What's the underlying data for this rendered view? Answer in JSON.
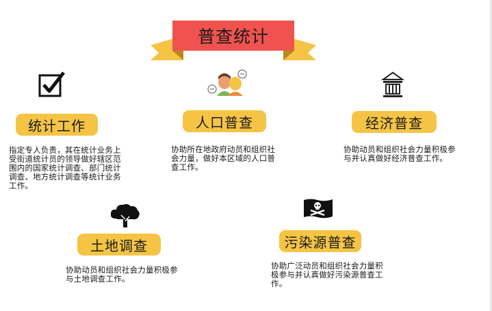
{
  "title": "普查统计",
  "colors": {
    "ribbon_red": "#f0534f",
    "ribbon_gold": "#f5c445",
    "pill_yellow": "#f5c445"
  },
  "items": [
    {
      "icon": "checkbox-check-icon",
      "label": "统计工作",
      "desc": "指定专人负责，其在统计业务上受街道统计员的领导做好辖区范围内的国家统计调查、部门统计调查、地方统计调查等统计业务工作。"
    },
    {
      "icon": "people-talking-icon",
      "label": "人口普查",
      "desc": "协助所在地政府动员和组织社会力量，做好本区域的人口普查工作。"
    },
    {
      "icon": "bank-building-icon",
      "label": "经济普查",
      "desc": "协助动员和组织社会力量积极参与并认真做好经济普查工作。"
    },
    {
      "icon": "tree-icon",
      "label": "土地调查",
      "desc": "协助动员和组织社会力量积极参与土地调查工作。"
    },
    {
      "icon": "pirate-flag-icon",
      "label": "污染源普查",
      "desc": "协助广泛动员和组织社会力量积极参与并认真做好污染源普查工作。"
    }
  ]
}
